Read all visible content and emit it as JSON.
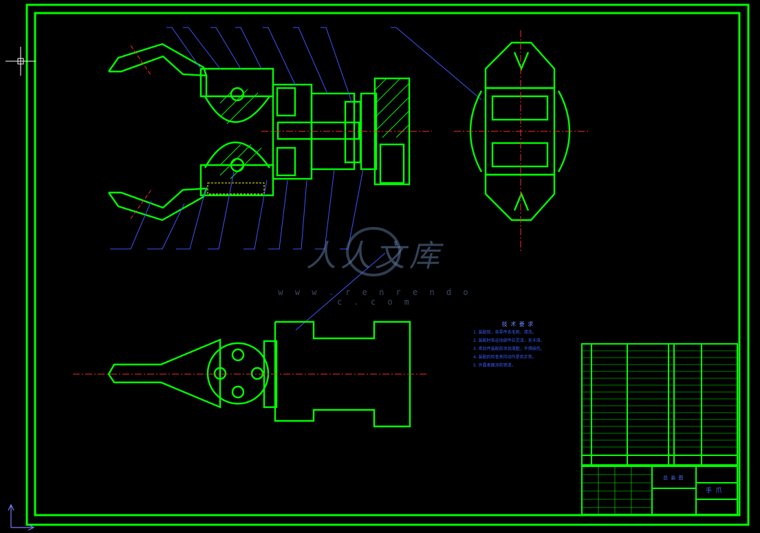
{
  "drawing": {
    "line_color": "#00ff00",
    "leader_color": "#3d55ff",
    "centerline_color": "#ff2a2a",
    "background": "#000000"
  },
  "tech_notes": {
    "title": "技 术 要 求",
    "lines": [
      "1. 装配前，各零件去毛刺、清洗。",
      "2. 装配时各运动部件应灵活，无卡滞。",
      "3. 密封件装配前涂润滑脂，不得损伤。",
      "4. 装配后检查夹持动作是否正常。",
      "5. 外露表面涂防锈漆。"
    ]
  },
  "watermark": {
    "text": "人人文库",
    "url": "w w w . r e n r e n d o c . c o m"
  },
  "title_block": {
    "drawing_title": "手  爪",
    "sub_title": "总 装 图"
  }
}
